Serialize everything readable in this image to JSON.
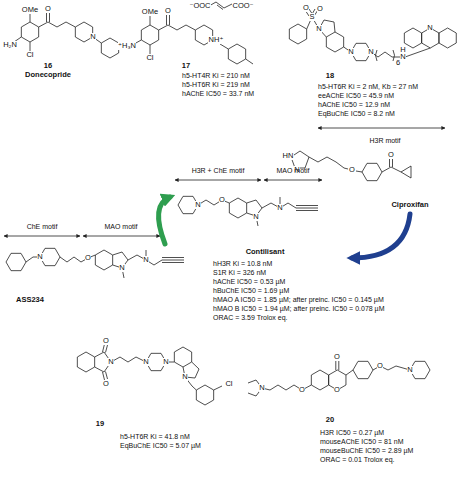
{
  "diagram": {
    "labels": [
      "OMe",
      "H₂N",
      "Cl",
      "O",
      "N",
      "16",
      "Donecopride",
      "⁻OOC",
      "COO⁻",
      "OMe",
      "⁺H₃N",
      "Cl",
      "O",
      "NH⁺",
      "17",
      "h5-HT4R Ki = 210 nM",
      "h5-HT6R Ki = 219 nM",
      "hAChE IC50 = 33.7 nM",
      "O",
      "S",
      "O",
      "N",
      "N",
      "N",
      "6",
      "H",
      "N",
      "N",
      "18",
      "h5-HT6R Ki = 2 nM, Kb = 27 nM",
      "eeAChE IC50 = 45.9 nM",
      "hAChE IC50 = 12.9 nM",
      "EqBuChE IC50 = 8.2 nM",
      "H3R motif",
      "HN",
      "N",
      "O",
      "O",
      "Ciproxifan",
      "H3R + ChE motif",
      "MAO motif",
      "N",
      "O",
      "N",
      "N",
      "Contilisant",
      "hH3R Ki = 10.8 nM",
      "S1R Ki = 326 nM",
      "hAChE IC50 = 0.53 µM",
      "hBuChE IC50 = 1.69 µM",
      "hMAO A IC50 = 1.85 µM; after preinc. IC50 = 0.145 µM",
      "hMAO B IC50 = 1.94 µM; after preinc. IC50 = 0.078 µM",
      "ORAC = 3.59 Trolox eq.",
      "ChE motif",
      "MAO motif",
      "N",
      "O",
      "N",
      "N",
      "ASS234",
      "O",
      "N",
      "O",
      "N",
      "N",
      "N",
      "Cl",
      "19",
      "h5-HT6R Ki = 41.8 nM",
      "EqBuChE IC50 = 5.07 µM",
      "N",
      "O",
      "O",
      "O",
      "O",
      "N",
      "20",
      "H3R IC50 = 0.27 µM",
      "mouseAChE IC50 = 81 nM",
      "mouseBuChE IC50 = 2.89 µM",
      "ORAC = 0.01 Trolox eq."
    ]
  }
}
